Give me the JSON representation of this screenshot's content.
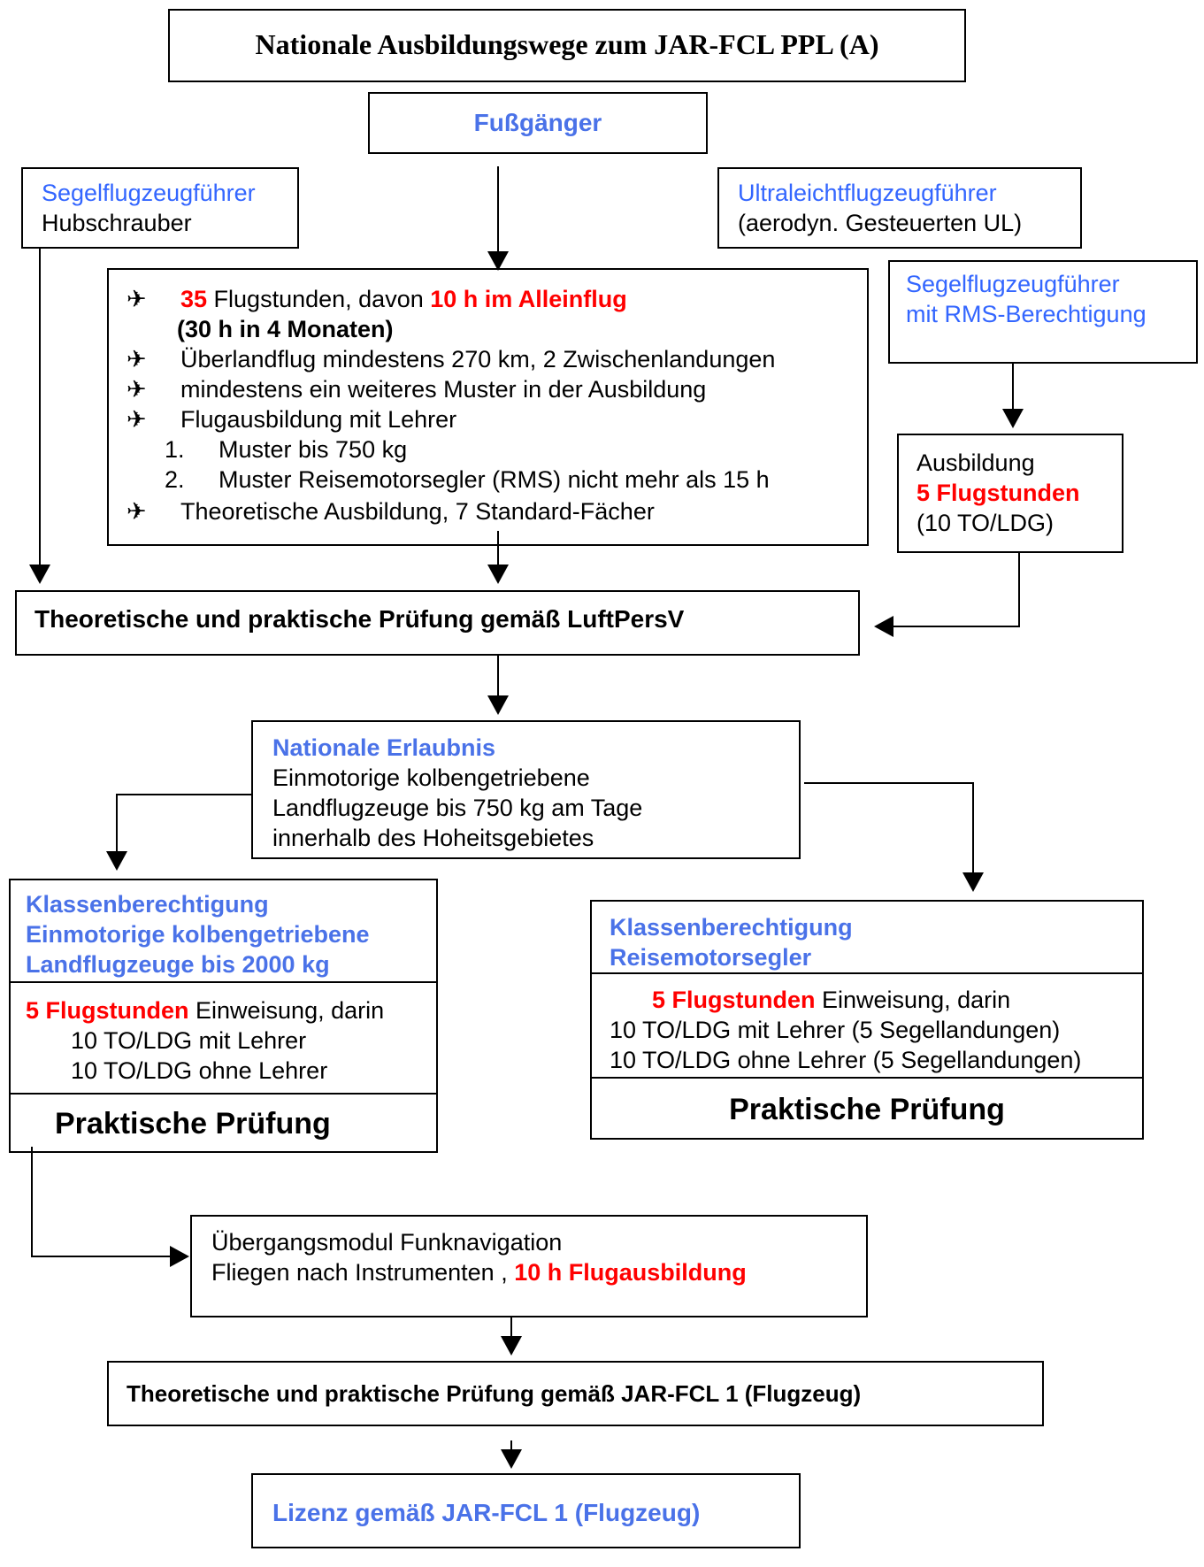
{
  "title": "Nationale Ausbildungswege zum JAR-FCL PPL (A)",
  "fussgaenger": "Fußgänger",
  "segelflug_left": {
    "line1": "Segelflugzeugführer",
    "line2": "Hubschrauber"
  },
  "ultraleicht": {
    "line1": "Ultraleichtflugzeugführer",
    "line2": "(aerodyn. Gesteuerten UL)"
  },
  "segelflug_rms": {
    "line1": "Segelflugzeugführer",
    "line2": "mit RMS-Berechtigung"
  },
  "ausbildung_rms": {
    "line1": "Ausbildung",
    "line2": "5 Flugstunden",
    "line3": "(10 TO/LDG)"
  },
  "main_training": {
    "bullet_glyph": "✈",
    "item1_num": "35",
    "item1_text": " Flugstunden, davon ",
    "item1_red": "10 h im Alleinflug",
    "item1_sub": "(30 h in 4 Monaten)",
    "item2": "Überlandflug mindestens 270 km, 2 Zwischenlandungen",
    "item3": "mindestens ein weiteres Muster in der Ausbildung",
    "item4": "Flugausbildung mit Lehrer",
    "item4_sub1_num": "1.",
    "item4_sub1": "Muster bis 750 kg",
    "item4_sub2_num": "2.",
    "item4_sub2": "Muster Reisemotorsegler (RMS) nicht mehr als 15 h",
    "item5": "Theoretische Ausbildung, 7 Standard-Fächer"
  },
  "pruefung_luftpersv": "Theoretische und praktische Prüfung gemäß LuftPersV",
  "nationale_erlaubnis": {
    "heading": "Nationale Erlaubnis",
    "line1": "Einmotorige kolbengetriebene",
    "line2": "Landflugzeuge bis 750 kg am Tage",
    "line3": "innerhalb des Hoheitsgebietes"
  },
  "klasse_sep": {
    "line1": "Klassenberechtigung",
    "line2": "Einmotorige kolbengetriebene",
    "line3": "Landflugzeuge bis 2000 kg",
    "hours_red": "5 Flugstunden",
    "hours_rest": " Einweisung, darin",
    "sub1": "10 TO/LDG mit Lehrer",
    "sub2": "10 TO/LDG ohne Lehrer",
    "exam": "Praktische Prüfung"
  },
  "klasse_tmg": {
    "line1": "Klassenberechtigung",
    "line2": "Reisemotorsegler",
    "hours_red": "5 Flugstunden",
    "hours_rest": " Einweisung, darin",
    "sub1": "10 TO/LDG mit Lehrer (5 Segellandungen)",
    "sub2": "10 TO/LDG ohne Lehrer (5 Segellandungen)",
    "exam": "Praktische Prüfung"
  },
  "uebergang": {
    "line1": "Übergangsmodul Funknavigation",
    "line2_a": "Fliegen nach Instrumenten , ",
    "line2_red": "10 h Flugausbildung"
  },
  "pruefung_jar": "Theoretische und praktische Prüfung gemäß JAR-FCL 1 (Flugzeug)",
  "lizenz": "Lizenz gemäß JAR-FCL 1 (Flugzeug)"
}
